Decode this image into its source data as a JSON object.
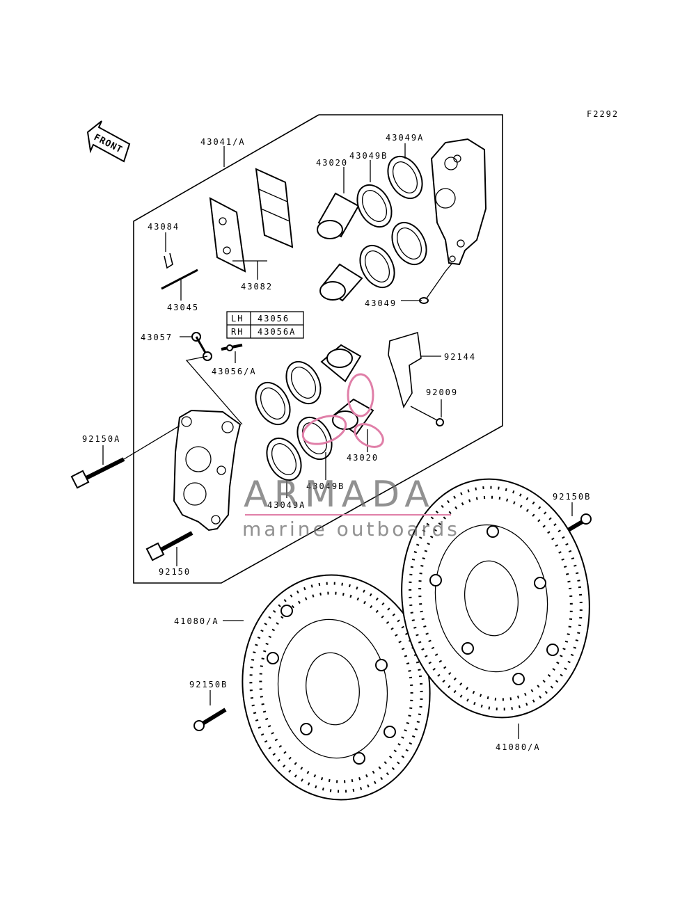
{
  "diagram": {
    "code": "F2292",
    "front_label": "FRONT",
    "parts": {
      "p43041A": "43041/A",
      "p43084": "43084",
      "p43045": "43045",
      "p43082": "43082",
      "p43020_top": "43020",
      "p43049B_top": "43049B",
      "p43049A_top": "43049A",
      "p43049": "43049",
      "p43057": "43057",
      "p43056A": "43056/A",
      "p92144": "92144",
      "p92009": "92009",
      "p92150A": "92150A",
      "p43020_bot": "43020",
      "p43049B_bot": "43049B",
      "p43049A_bot": "43049A",
      "p92150": "92150",
      "p92150B_right": "92150B",
      "p41080A_left": "41080/A",
      "p92150B_left": "92150B",
      "p41080A_right": "41080/A"
    },
    "side_table": {
      "rows": [
        {
          "side": "LH",
          "part": "43056"
        },
        {
          "side": "RH",
          "part": "43056A"
        }
      ]
    },
    "watermark": {
      "brand": "ARMADA",
      "tagline": "marine outboards",
      "accent_color": "#e07fa8"
    }
  }
}
